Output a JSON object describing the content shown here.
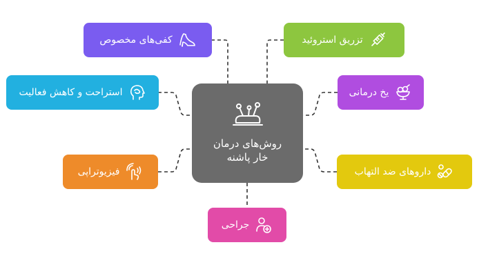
{
  "center": {
    "title_line1": "روش‌های درمان",
    "title_line2": "خار پاشنه",
    "icon": "pin-cushion-icon"
  },
  "nodes": {
    "custom_shoes": {
      "label": "کفی‌های مخصوص",
      "icon": "high-heel-shoe-icon",
      "color": "#7a5cf0"
    },
    "steroid_injection": {
      "label": "تزریق استروئید",
      "icon": "syringe-icon",
      "color": "#8dc63f"
    },
    "rest": {
      "label": "استراحت و کاهش فعالیت",
      "icon": "head-mind-icon",
      "color": "#22b0e0"
    },
    "ice_therapy": {
      "label": "یخ درمانی",
      "icon": "ice-cream-bowl-icon",
      "color": "#b04de0"
    },
    "physiotherapy": {
      "label": "فیزیوتراپی",
      "icon": "touch-waves-icon",
      "color": "#ee8b2a"
    },
    "anti_inflammatory": {
      "label": "داروهای ضد التهاب",
      "icon": "pills-icon",
      "color": "#e3c90e"
    },
    "surgery": {
      "label": "جراحی",
      "icon": "surgeon-icon",
      "color": "#e24ba8"
    }
  }
}
